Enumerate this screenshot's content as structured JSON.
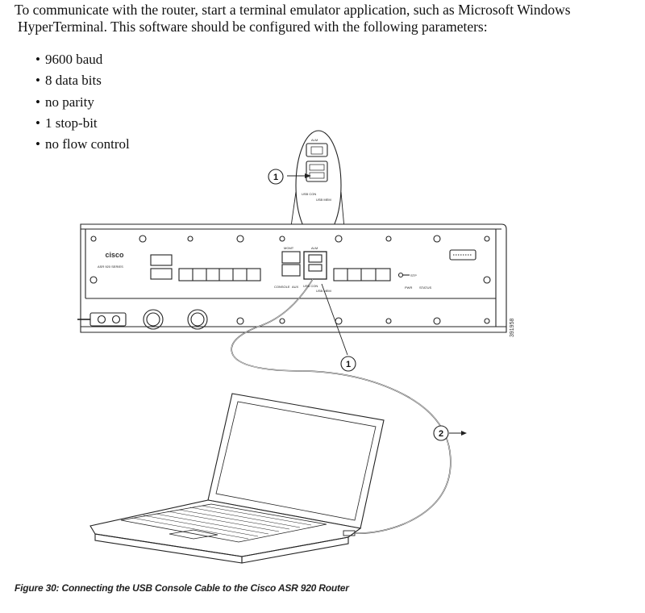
{
  "intro": {
    "line1": "To communicate with the router, start a terminal emulator application, such as Microsoft Windows",
    "line2": "HyperTerminal. This software should be configured with the following parameters:"
  },
  "parameters": [
    "9600 baud",
    "8 data bits",
    "no parity",
    "1 stop-bit",
    "no flow control"
  ],
  "figure": {
    "callouts": [
      "1",
      "1",
      "2"
    ],
    "brand_logo": "cisco",
    "model_label": "ASR 920 SERIES",
    "port_labels": {
      "usb_con": "USB CON",
      "usb_mem": "USB MEM",
      "alm": "ALM",
      "mgmt": "MGMT",
      "console": "CONSOLE",
      "aux": "AUX",
      "stp": "STP",
      "pwr": "PWR",
      "status": "STATUS"
    },
    "figure_id": "391958"
  },
  "caption": "Figure 30: Connecting the USB Console Cable to the Cisco ASR 920 Router"
}
